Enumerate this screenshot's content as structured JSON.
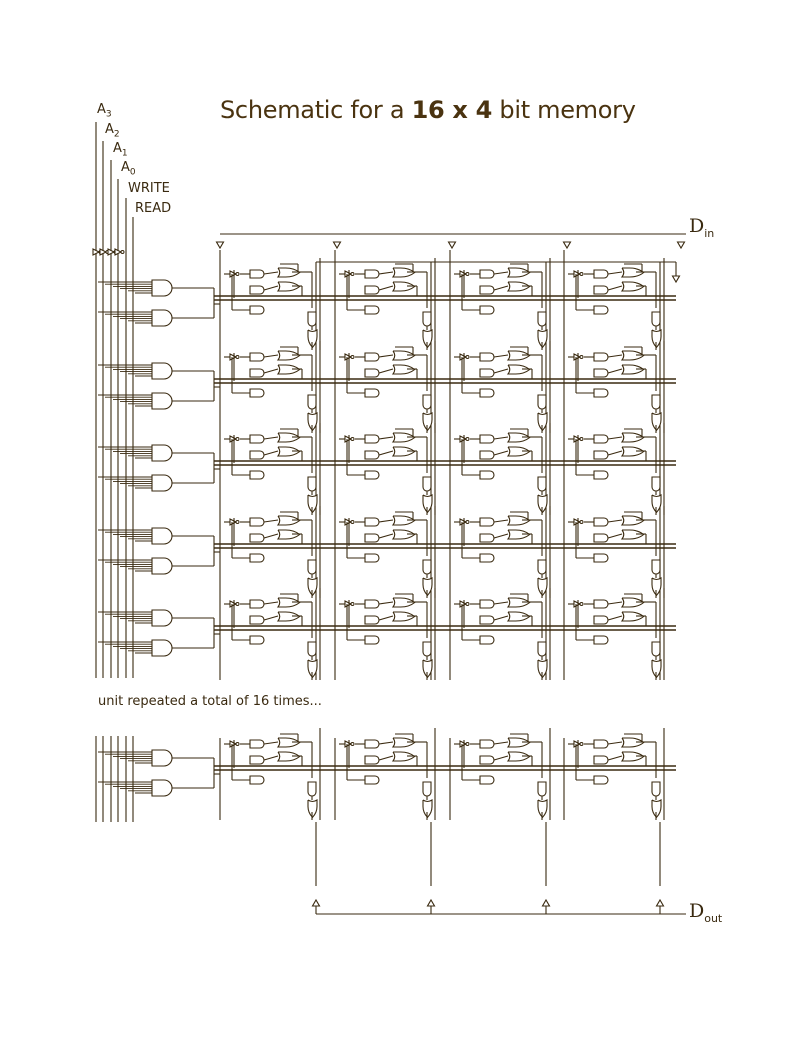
{
  "title": {
    "prefix": "Schematic for a ",
    "size": "16 x 4",
    "suffix": " bit memory"
  },
  "inputs": {
    "a3": {
      "letter": "A",
      "index": "3"
    },
    "a2": {
      "letter": "A",
      "index": "2"
    },
    "a1": {
      "letter": "A",
      "index": "1"
    },
    "a0": {
      "letter": "A",
      "index": "0"
    },
    "write": "WRITE",
    "read": "READ"
  },
  "caption": "unit repeated a total of 16 times...",
  "data_in": {
    "letter": "D",
    "sub": "in"
  },
  "data_out": {
    "letter": "D",
    "sub": "out"
  },
  "colors": {
    "ink": "#3a2a10",
    "title": "#4a3310"
  }
}
